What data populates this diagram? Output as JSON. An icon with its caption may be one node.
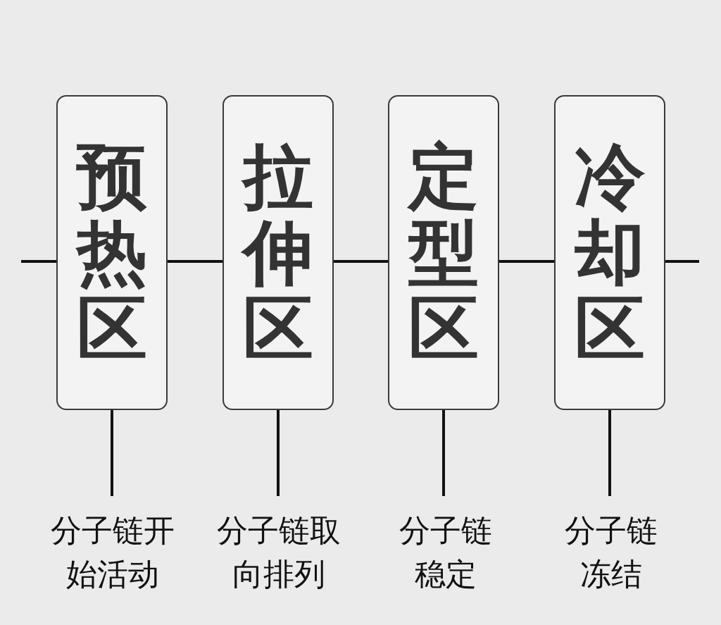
{
  "diagram": {
    "nodes": [
      {
        "text": [
          "预热区"
        ]
      },
      {
        "text": [
          "拉伸区"
        ]
      },
      {
        "text": [
          "定型区"
        ]
      },
      {
        "text": [
          "冷却区"
        ]
      },
      {
        "text": [
          "分子链开始活动"
        ]
      },
      {
        "text": [
          "分子链取向排列"
        ]
      },
      {
        "text": [
          "分子链稳定"
        ]
      },
      {
        "text": [
          "分子链冻结"
        ]
      }
    ],
    "edges": [
      {
        "from": null,
        "to": 0,
        "arrow": "none"
      },
      {
        "from": 0,
        "to": 1,
        "arrow": "none"
      },
      {
        "from": 1,
        "to": 2,
        "arrow": "none"
      },
      {
        "from": 2,
        "to": 3,
        "arrow": "none"
      },
      {
        "from": 3,
        "to": null,
        "arrow": "none"
      },
      {
        "from": 0,
        "to": 4,
        "arrow": "none"
      },
      {
        "from": 1,
        "to": 5,
        "arrow": "none"
      },
      {
        "from": 2,
        "to": 6,
        "arrow": "none"
      },
      {
        "from": 3,
        "to": 7,
        "arrow": "none"
      }
    ]
  }
}
